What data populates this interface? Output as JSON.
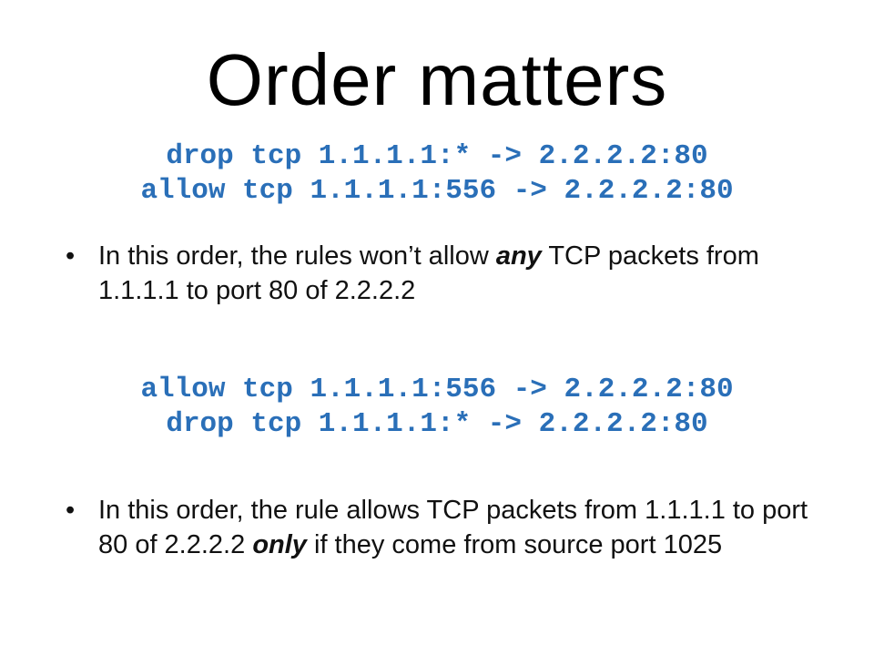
{
  "slide": {
    "title": "Order matters"
  },
  "code_block_1": {
    "lines": [
      "drop tcp 1.1.1.1:* -> 2.2.2.2:80",
      "allow tcp 1.1.1.1:556 -> 2.2.2.2:80"
    ],
    "color": "#2a6fb8"
  },
  "bullet_1": {
    "marker": "•",
    "before": "In this order, the rules won’t allow ",
    "emphasis": "any",
    "after": " TCP packets from 1.1.1.1 to port 80 of 2.2.2.2"
  },
  "code_block_2": {
    "lines": [
      "allow tcp 1.1.1.1:556 -> 2.2.2.2:80",
      "drop tcp 1.1.1.1:* -> 2.2.2.2:80"
    ],
    "color": "#2a6fb8"
  },
  "bullet_2": {
    "marker": "•",
    "before": "In this order, the rule allows TCP packets from 1.1.1.1 to port 80 of 2.2.2.2 ",
    "emphasis": "only",
    "after": " if they come from source port 1025"
  }
}
